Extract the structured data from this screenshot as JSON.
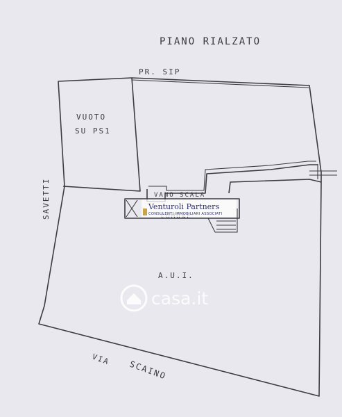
{
  "floor_title": "PIANO RIALZATO",
  "labels": {
    "north_neighbor": "PR. SIP",
    "void_line1": "VUOTO",
    "void_line2": "SU PS1",
    "west_neighbor": "SAVETTI",
    "stairwell_line1": "VANO SCALA",
    "stairwell_line2": "COMUNE",
    "unit": "A.U.I.",
    "street_prefix": "VIA",
    "street_name": "SCAINO"
  },
  "agency_logo": {
    "name": "Venturoli Partners",
    "tagline": "CONSULENTI IMMOBILIARI ASSOCIATI"
  },
  "watermark": {
    "text": "casa.it"
  },
  "colors": {
    "paper": "#e9e8ee",
    "ink": "#3b3b42",
    "logo_blue": "#2b2f6b",
    "logo_gold": "#c9a24a"
  }
}
